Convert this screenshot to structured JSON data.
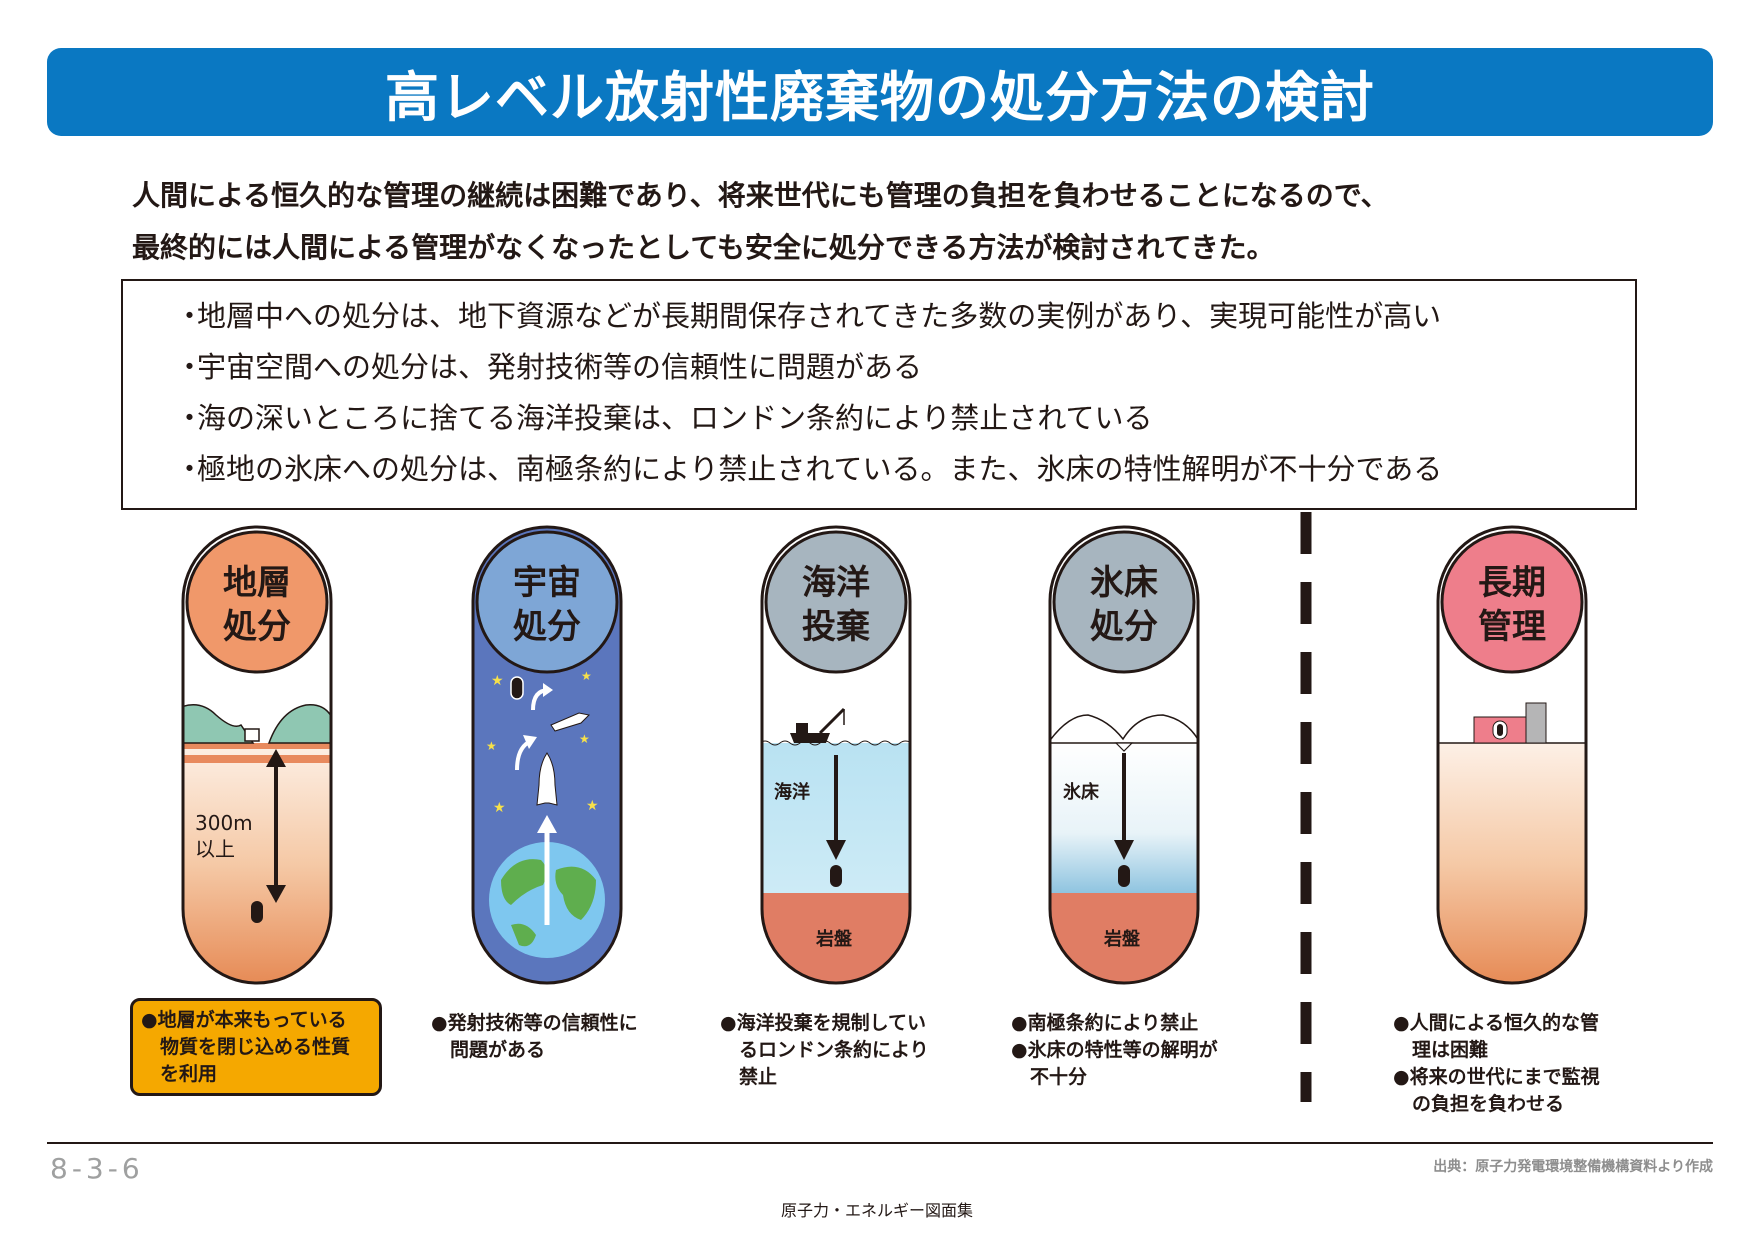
{
  "title": "高レベル放射性廃棄物の処分方法の検討",
  "intro": {
    "line1": "人間による恒久的な管理の継続は困難であり、将来世代にも管理の負担を負わせることになるので、",
    "line2": "最終的には人間による管理がなくなったとしても安全に処分できる方法が検討されてきた。"
  },
  "bullets": [
    "地層中への処分は、地下資源などが長期間保存されてきた多数の実例があり、実現可能性が高い",
    "宇宙空間への処分は、発射技術等の信頼性に問題がある",
    "海の深いところに捨てる海洋投棄は、ロンドン条約により禁止されている",
    "極地の氷床への処分は、南極条約により禁止されている。また、氷床の特性解明が不十分である"
  ],
  "bullet_mark": "・",
  "methods": {
    "geological": {
      "label_1": "地層",
      "label_2": "処分",
      "depth_1": "300m",
      "depth_2": "以上",
      "desc": [
        "●地層が本来もっている",
        "　物質を閉じ込める性質",
        "　を利用"
      ]
    },
    "space": {
      "label_1": "宇宙",
      "label_2": "処分",
      "desc": [
        "●発射技術等の信頼性に",
        "　問題がある"
      ]
    },
    "ocean": {
      "label_1": "海洋",
      "label_2": "投棄",
      "zone": "海洋",
      "rock": "岩盤",
      "desc": [
        "●海洋投棄を規制してい",
        "　るロンドン条約により",
        "　禁止"
      ]
    },
    "ice": {
      "label_1": "氷床",
      "label_2": "処分",
      "zone": "氷床",
      "rock": "岩盤",
      "desc": [
        "●南極条約により禁止",
        "●氷床の特性等の解明が",
        "　不十分"
      ]
    },
    "longterm": {
      "label_1": "長期",
      "label_2": "管理",
      "desc": [
        "●人間による恒久的な管",
        "　理は困難",
        "●将来の世代にまで監視",
        "　の負担を負わせる"
      ]
    }
  },
  "colors": {
    "title_bg": "#0a78c2",
    "geological_circle": "#f0986a",
    "space_circle": "#7ea6d6",
    "space_bg": "#5b76bd",
    "ocean_circle": "#a7b5bf",
    "ice_circle": "#a7b5bf",
    "longterm_circle": "#ee7e8b",
    "highlight": "#f5a800",
    "rock": "#e07d64"
  },
  "page_number": "8-3-6",
  "source": "出典：原子力発電環境整備機構資料より作成",
  "book_title": "原子力・エネルギー図面集"
}
